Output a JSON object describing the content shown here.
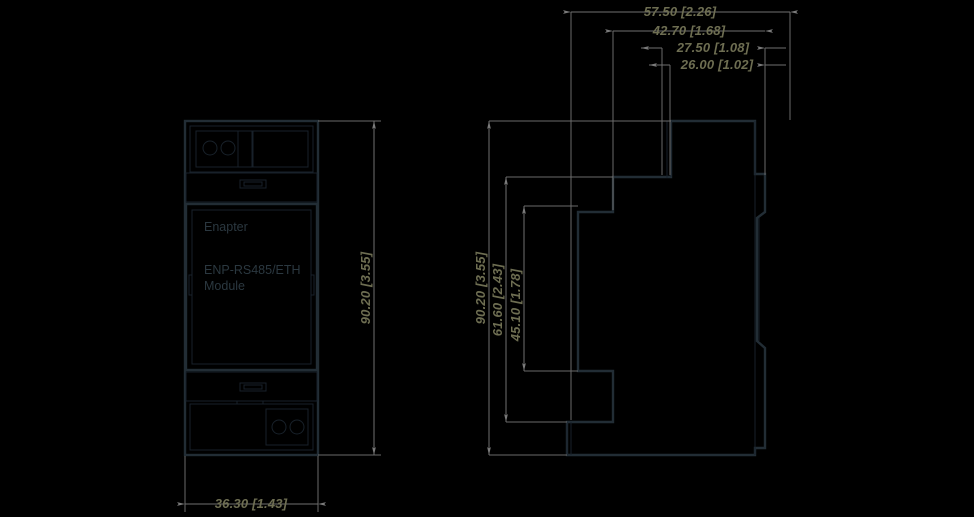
{
  "drawing": {
    "title": "ENP-RS485/ETH Module dimensional drawing",
    "background_color": "#000000",
    "outline_color": "#222d35",
    "dimension_color": "#6e6e52",
    "dimension_line_color": "#6f6f6f",
    "label_color": "#2b3840"
  },
  "front_view": {
    "name": "front-view",
    "brand_label": "Enapter",
    "product_label_line1": "ENP-RS485/ETH",
    "product_label_line2": "Module",
    "terminal_count_top": 2,
    "terminal_count_bottom": 2
  },
  "side_view": {
    "name": "side-view"
  },
  "dimensions": {
    "top": [
      {
        "name": "overall-depth",
        "value": "57.50 [2.26]"
      },
      {
        "name": "body-depth",
        "value": "42.70 [1.68]"
      },
      {
        "name": "step-depth-upper",
        "value": "27.50 [1.08]"
      },
      {
        "name": "step-depth-lower",
        "value": "26.00 [1.02]"
      }
    ],
    "side_vertical": [
      {
        "name": "overall-height-side",
        "value": "90.20 [3.55]"
      },
      {
        "name": "mid-height",
        "value": "61.60 [2.43]"
      },
      {
        "name": "inner-height",
        "value": "45.10 [1.78]"
      }
    ],
    "front_vertical": [
      {
        "name": "overall-height-front",
        "value": "90.20 [3.55]"
      }
    ],
    "front_horizontal": [
      {
        "name": "overall-width-front",
        "value": "36.30 [1.43]"
      }
    ]
  }
}
